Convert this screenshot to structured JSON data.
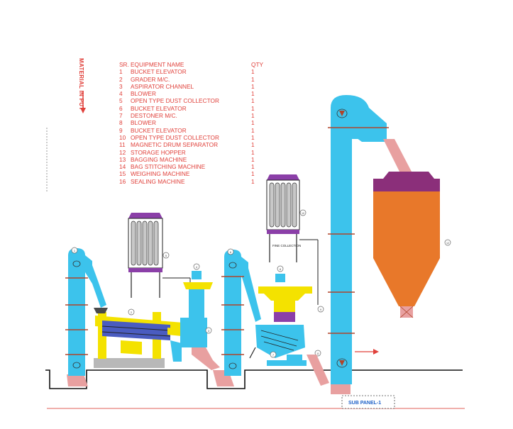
{
  "side_label": "MATERIAL IN PUT",
  "legend": {
    "col_sr": "SR.",
    "col_name": "EQUIPMENT NAME",
    "col_qty": "QTY",
    "items": [
      {
        "sr": "1",
        "name": "BUCKET ELEVATOR",
        "qty": "1"
      },
      {
        "sr": "2",
        "name": "GRADER M/C.",
        "qty": "1"
      },
      {
        "sr": "3",
        "name": "ASPIRATOR CHANNEL",
        "qty": "1"
      },
      {
        "sr": "4",
        "name": "BLOWER",
        "qty": "1"
      },
      {
        "sr": "5",
        "name": "OPEN TYPE DUST COLLECTOR",
        "qty": "1"
      },
      {
        "sr": "6",
        "name": "BUCKET ELEVATOR",
        "qty": "1"
      },
      {
        "sr": "7",
        "name": "DESTONER M/C.",
        "qty": "1"
      },
      {
        "sr": "8",
        "name": "BLOWER",
        "qty": "1"
      },
      {
        "sr": "9",
        "name": "BUCKET ELEVATOR",
        "qty": "1"
      },
      {
        "sr": "10",
        "name": "OPEN TYPE DUST COLLECTOR",
        "qty": "1"
      },
      {
        "sr": "11",
        "name": "MAGNETIC DRUM SEPARATOR",
        "qty": "1"
      },
      {
        "sr": "12",
        "name": "STORAGE HOPPER",
        "qty": "1"
      },
      {
        "sr": "13",
        "name": "BAGGING MACHINE",
        "qty": "1"
      },
      {
        "sr": "14",
        "name": "BAG STITCHING MACHINE",
        "qty": "1"
      },
      {
        "sr": "15",
        "name": "WEIGHING MACHINE",
        "qty": "1"
      },
      {
        "sr": "16",
        "name": "SEALING MACHINE",
        "qty": "1"
      }
    ]
  },
  "markers": {
    "m1": "1",
    "m2": "2",
    "m3": "3",
    "m4": "4",
    "m5": "5",
    "m6": "6",
    "m7": "7",
    "m8": "8",
    "m9": "9",
    "m10": "10",
    "m11": "11",
    "m12": "12"
  },
  "fine_collection_label": "FINE COLLECTION",
  "sub_panel_label": "SUB PANEL-1",
  "colors": {
    "elevator": "#3cc3ec",
    "elevator_band": "#b0452b",
    "chute": "#e8a0a0",
    "grader_frame": "#f4e200",
    "grader_body": "#4a5cc0",
    "base_grey": "#b8b8b8",
    "destoner_purple": "#8b3fa8",
    "hopper_orange": "#e8782a",
    "hopper_cap": "#8b2f7a",
    "legend_red": "#e0413b",
    "line": "#222222"
  }
}
